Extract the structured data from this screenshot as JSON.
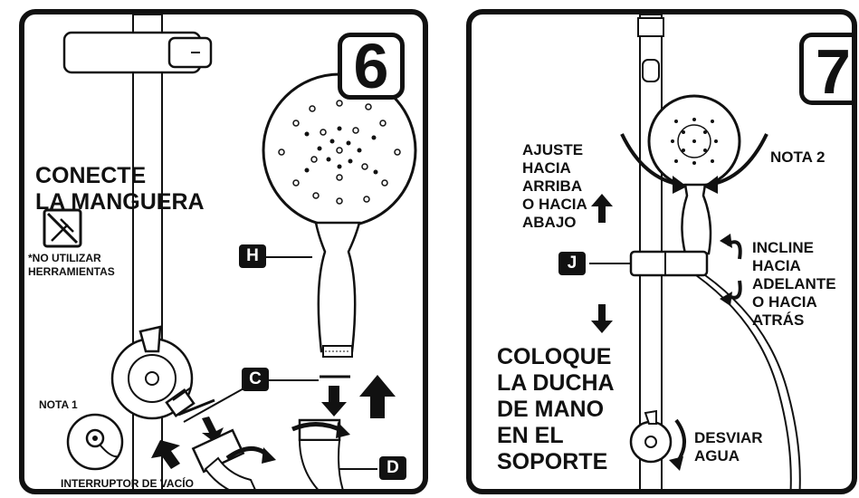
{
  "panel6": {
    "step_number": "6",
    "title_line1": "CONECTE",
    "title_line2": "LA MANGUERA",
    "tool_note_line1": "*NO UTILIZAR",
    "tool_note_line2": "HERRAMIENTAS",
    "label_h": "H",
    "label_c": "C",
    "label_d": "D",
    "nota1": "NOTA 1",
    "vacuum_breaker": "INTERRUPTOR DE VACÍO"
  },
  "panel7": {
    "step_number": "7",
    "adjust_line1": "AJUSTE",
    "adjust_line2": "HACIA",
    "adjust_line3": "ARRIBA",
    "adjust_line4": "O HACIA",
    "adjust_line5": "ABAJO",
    "nota2": "NOTA 2",
    "label_j": "J",
    "tilt_line1": "INCLINE",
    "tilt_line2": "HACIA",
    "tilt_line3": "ADELANTE",
    "tilt_line4": "O HACIA",
    "tilt_line5": "ATRÁS",
    "place_line1": "COLOQUE",
    "place_line2": "LA DUCHA",
    "place_line3": "DE MANO",
    "place_line4": "EN EL",
    "place_line5": "SOPORTE",
    "divert_line1": "DESVIAR",
    "divert_line2": "AGUA"
  }
}
